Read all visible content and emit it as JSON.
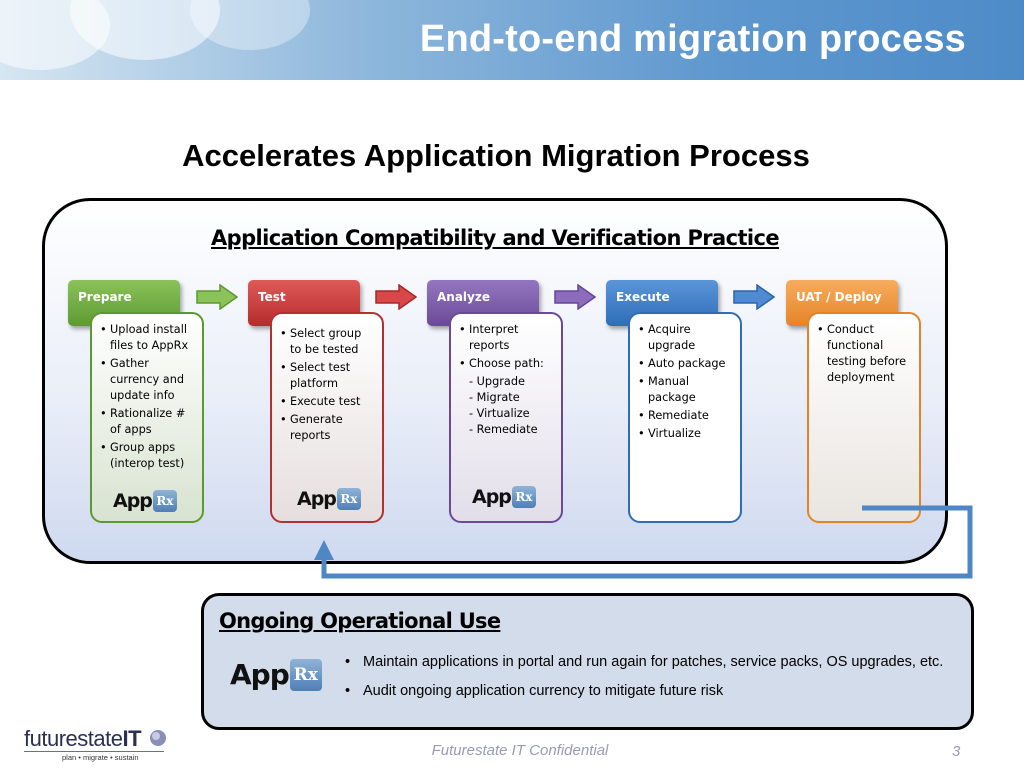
{
  "header": {
    "title": "End-to-end migration process"
  },
  "subtitle": "Accelerates Application Migration Process",
  "practice": {
    "title": "Application Compatibility and Verification Practice",
    "stages": [
      {
        "label": "Prepare",
        "color": "#6aa23c",
        "border": "#5a9a2e",
        "items": [
          "Upload install files to AppRx",
          "Gather currency and update info",
          "Rationalize # of apps",
          "Group apps (interop test)"
        ],
        "sub": [],
        "logo": true
      },
      {
        "label": "Test",
        "color": "#c93a3a",
        "border": "#b23030",
        "items": [
          "Select group to be tested",
          "Select test platform",
          "Execute test",
          "Generate reports"
        ],
        "sub": [],
        "logo": true
      },
      {
        "label": "Analyze",
        "color": "#7c5aa8",
        "border": "#6a4a98",
        "items": [
          "Interpret reports",
          "Choose path:"
        ],
        "sub": [
          "- Upgrade",
          "- Migrate",
          "- Virtualize",
          "- Remediate"
        ],
        "logo": true
      },
      {
        "label": "Execute",
        "color": "#3d7bc6",
        "border": "#2f6db8",
        "items": [
          "Acquire upgrade",
          "Auto package",
          "Manual package",
          "Remediate",
          "Virtualize"
        ],
        "sub": [],
        "logo": false
      },
      {
        "label": "UAT / Deploy",
        "color": "#f0923a",
        "border": "#e08428",
        "items": [
          "Conduct functional testing before deployment"
        ],
        "sub": [],
        "logo": false
      }
    ],
    "arrow_colors": [
      "#6aa23c",
      "#c93a3a",
      "#7c5aa8",
      "#3d7bc6"
    ]
  },
  "logo": {
    "app": "App",
    "rx": "Rx"
  },
  "ongoing": {
    "title": "Ongoing Operational Use",
    "bullets": [
      "Maintain applications in portal and run again for patches, service packs, OS upgrades, etc.",
      "Audit ongoing application currency to mitigate future risk"
    ]
  },
  "footer": {
    "brand": "futurestate",
    "brand_suffix": "IT",
    "tagline": "plan • migrate • sustain",
    "confidential": "Futurestate IT Confidential",
    "page": "3"
  }
}
